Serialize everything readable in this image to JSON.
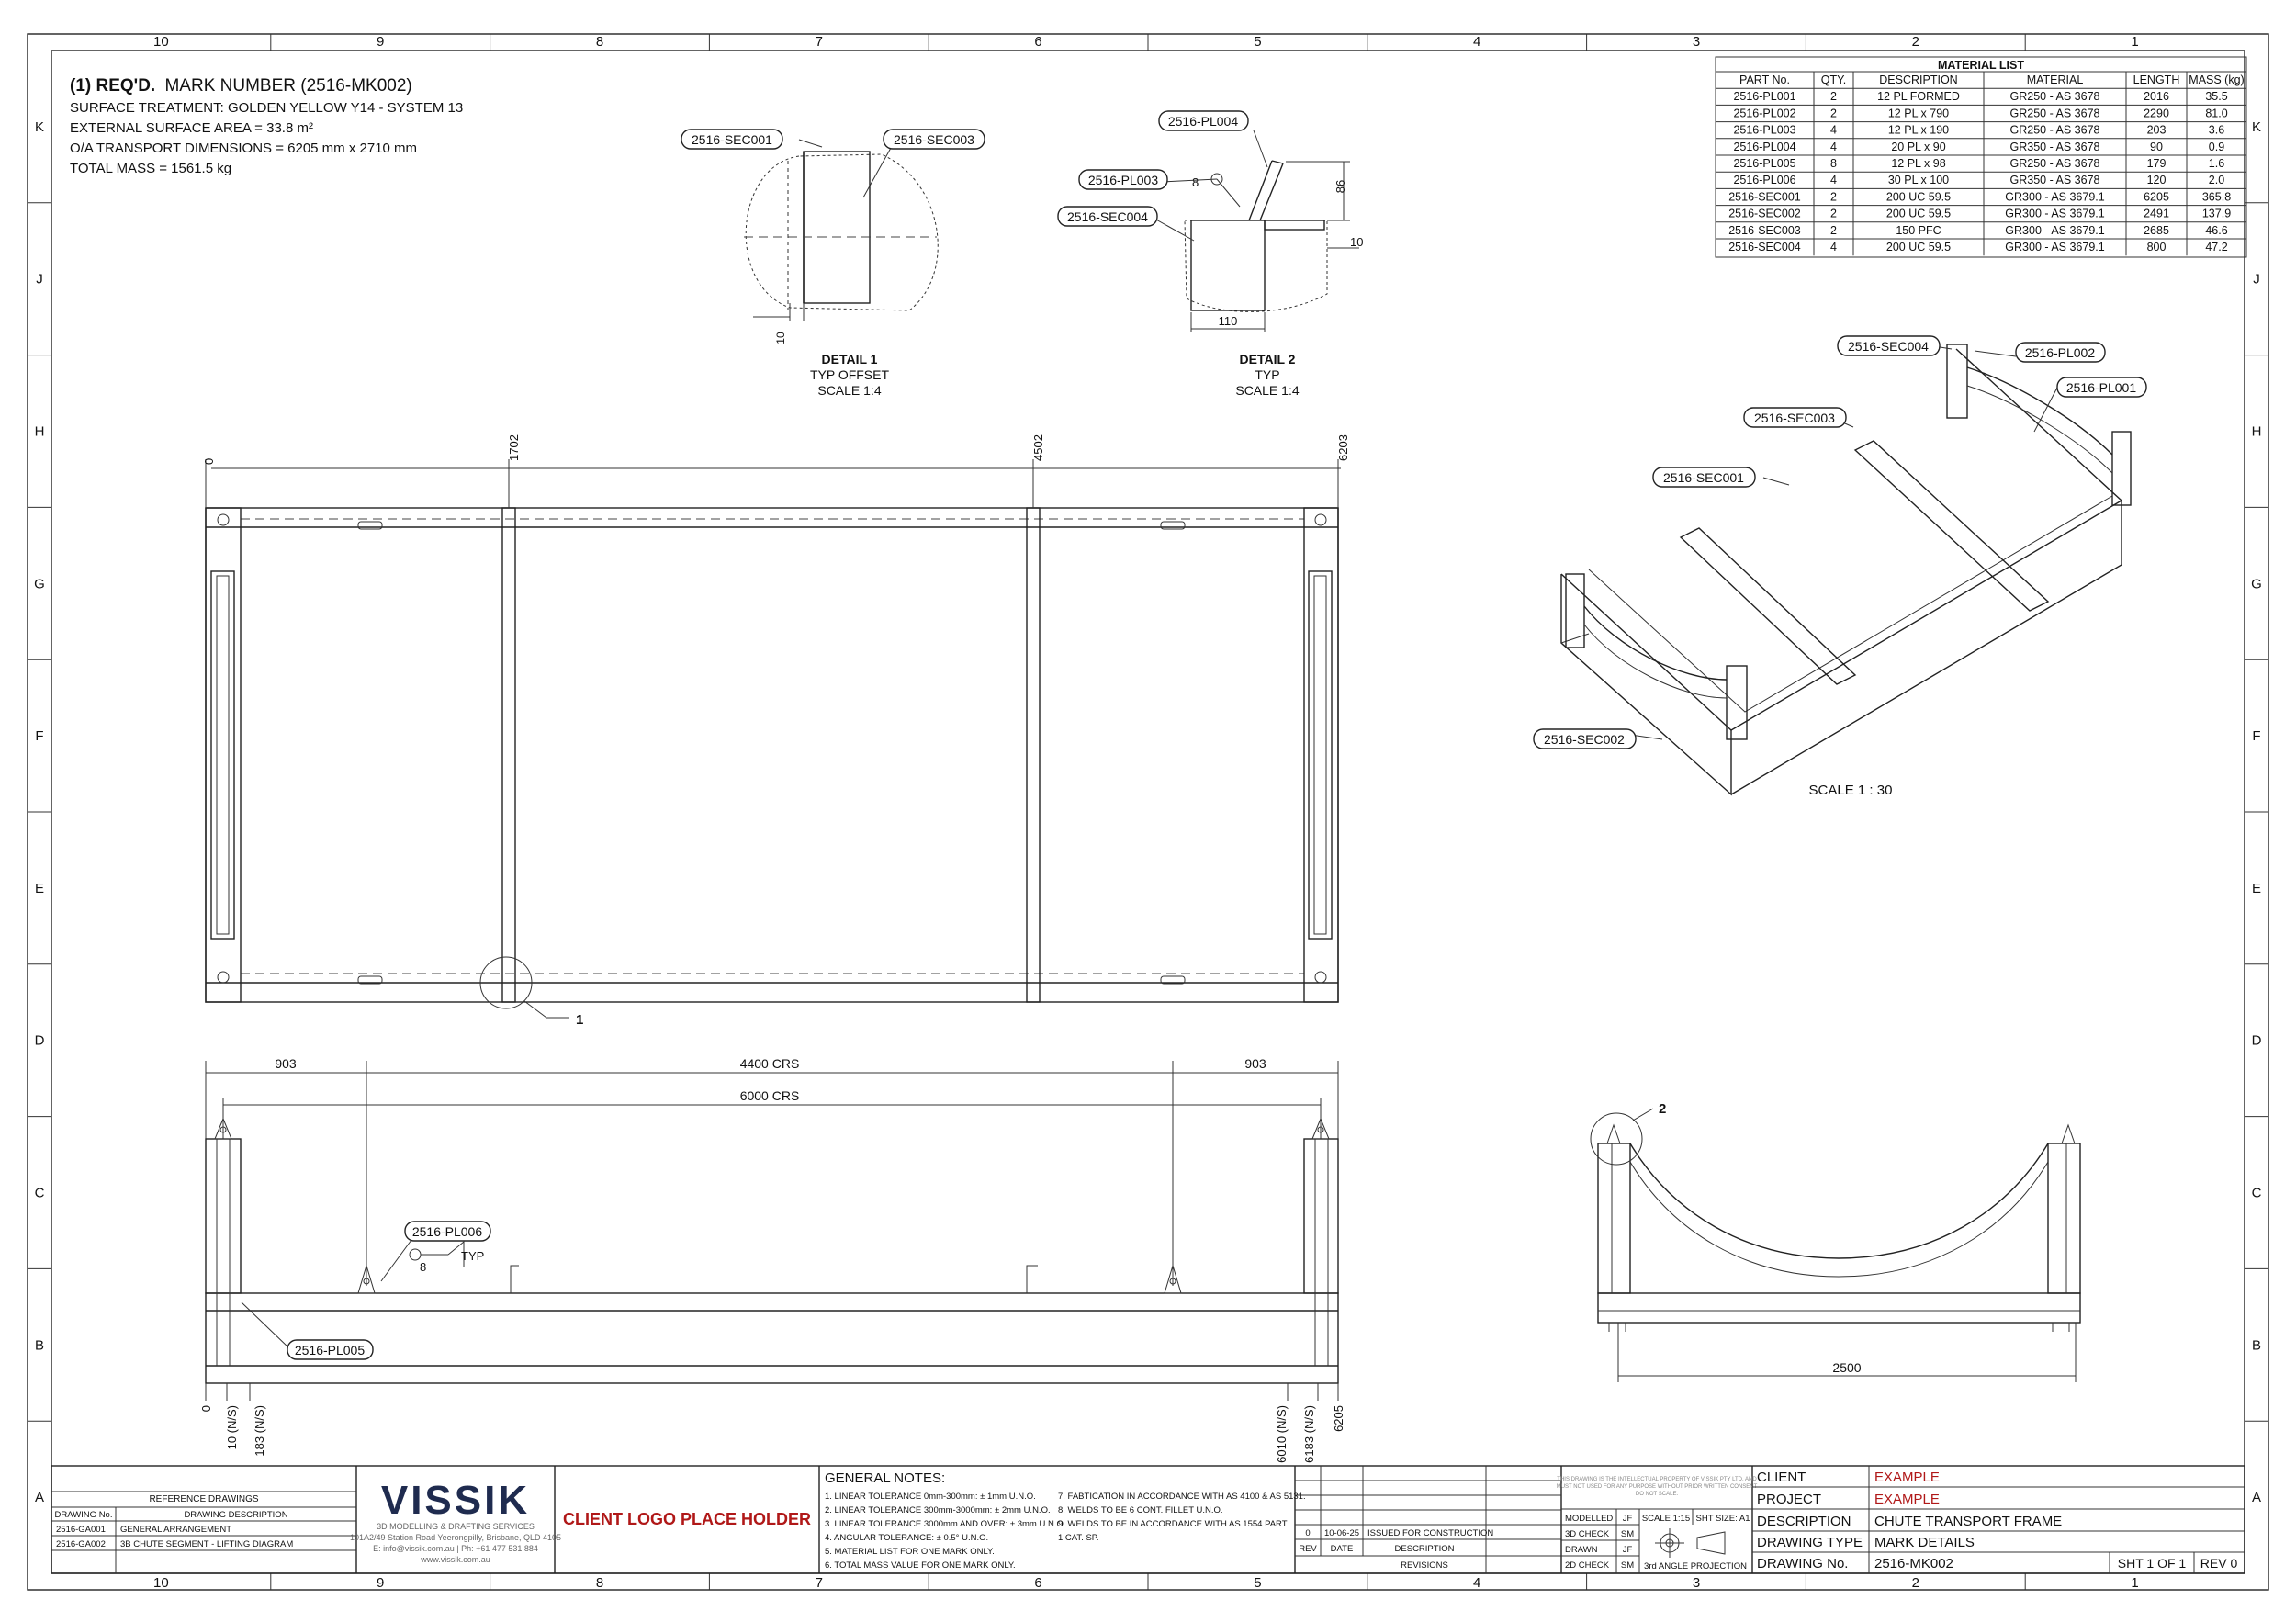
{
  "zones": {
    "columns": [
      "10",
      "9",
      "8",
      "7",
      "6",
      "5",
      "4",
      "3",
      "2",
      "1"
    ],
    "rows": [
      "K",
      "J",
      "H",
      "G",
      "F",
      "E",
      "D",
      "C",
      "B",
      "A"
    ]
  },
  "header_notes": {
    "title_bold": "(1) REQ'D.",
    "title_rest": "MARK NUMBER (2516-MK002)",
    "lines": [
      "SURFACE TREATMENT: GOLDEN YELLOW Y14 - SYSTEM 13",
      "EXTERNAL SURFACE AREA = 33.8 m²",
      "O/A TRANSPORT DIMENSIONS = 6205 mm x 2710 mm",
      "TOTAL MASS = 1561.5 kg"
    ]
  },
  "material_list": {
    "title": "MATERIAL LIST",
    "headers": [
      "PART No.",
      "QTY.",
      "DESCRIPTION",
      "MATERIAL",
      "LENGTH",
      "MASS (kg)"
    ],
    "rows": [
      [
        "2516-PL001",
        "2",
        "12 PL FORMED",
        "GR250 - AS 3678",
        "2016",
        "35.5"
      ],
      [
        "2516-PL002",
        "2",
        "12 PL x 790",
        "GR250 - AS 3678",
        "2290",
        "81.0"
      ],
      [
        "2516-PL003",
        "4",
        "12 PL x 190",
        "GR250 - AS 3678",
        "203",
        "3.6"
      ],
      [
        "2516-PL004",
        "4",
        "20 PL x 90",
        "GR350 - AS 3678",
        "90",
        "0.9"
      ],
      [
        "2516-PL005",
        "8",
        "12 PL x 98",
        "GR250 - AS 3678",
        "179",
        "1.6"
      ],
      [
        "2516-PL006",
        "4",
        "30 PL x 100",
        "GR350 - AS 3678",
        "120",
        "2.0"
      ],
      [
        "2516-SEC001",
        "2",
        "200 UC 59.5",
        "GR300 - AS 3679.1",
        "6205",
        "365.8"
      ],
      [
        "2516-SEC002",
        "2",
        "200 UC 59.5",
        "GR300 - AS 3679.1",
        "2491",
        "137.9"
      ],
      [
        "2516-SEC003",
        "2",
        "150 PFC",
        "GR300 - AS 3679.1",
        "2685",
        "46.6"
      ],
      [
        "2516-SEC004",
        "4",
        "200 UC 59.5",
        "GR300 - AS 3679.1",
        "800",
        "47.2"
      ]
    ]
  },
  "detail1": {
    "callouts": [
      "2516-SEC001",
      "2516-SEC003"
    ],
    "dim": "10",
    "title": "DETAIL 1",
    "sub": "TYP OFFSET",
    "scale": "SCALE 1:4"
  },
  "detail2": {
    "callouts": [
      "2516-PL004",
      "2516-PL003",
      "2516-SEC004"
    ],
    "weld": "8",
    "dim_h": "86",
    "dim_r": "10",
    "dim_b": "110",
    "title": "DETAIL 2",
    "sub": "TYP",
    "scale": "SCALE 1:4"
  },
  "iso": {
    "callouts": [
      "2516-SEC004",
      "2516-PL002",
      "2516-PL001",
      "2516-SEC003",
      "2516-SEC001",
      "2516-SEC002"
    ],
    "scale": "SCALE 1 : 30"
  },
  "plan": {
    "ord_dims": [
      "0",
      "1702",
      "4502",
      "6203"
    ],
    "detail_ref": "1"
  },
  "elevation": {
    "dims_top": [
      "903",
      "4400 CRS",
      "903"
    ],
    "dim_overall": "6000 CRS",
    "callouts": [
      "2516-PL006",
      "2516-PL005"
    ],
    "weld": "8",
    "weld_note": "TYP",
    "ord_left": [
      "0",
      "10 (N/S)",
      "183 (N/S)"
    ],
    "ord_right": [
      "6010 (N/S)",
      "6183 (N/S)",
      "6205"
    ]
  },
  "end_view": {
    "detail_ref": "2",
    "dim": "2500"
  },
  "title_block": {
    "ref_title": "REFERENCE DRAWINGS",
    "ref_headers": [
      "DRAWING No.",
      "DRAWING DESCRIPTION"
    ],
    "ref_rows": [
      [
        "2516-GA001",
        "GENERAL ARRANGEMENT"
      ],
      [
        "2516-GA002",
        "3B CHUTE SEGMENT - LIFTING DIAGRAM"
      ]
    ],
    "company": "VISSIK",
    "company_lines": [
      "3D MODELLING & DRAFTING SERVICES",
      "101A2/49 Station Road Yeerongpilly, Brisbane, QLD 4105",
      "E: info@vissik.com.au | Ph: +61 477 531 884",
      "www.vissik.com.au"
    ],
    "client_logo": "CLIENT LOGO PLACE HOLDER",
    "notes_title": "GENERAL NOTES:",
    "notes_col1": [
      "1. LINEAR TOLERANCE 0mm-300mm: ± 1mm U.N.O.",
      "2. LINEAR TOLERANCE 300mm-3000mm: ± 2mm U.N.O.",
      "3. LINEAR TOLERANCE 3000mm AND OVER: ± 3mm U.N.O.",
      "4. ANGULAR TOLERANCE: ± 0.5° U.N.O.",
      "5. MATERIAL LIST FOR ONE MARK ONLY.",
      "6. TOTAL MASS VALUE FOR ONE MARK ONLY."
    ],
    "notes_col2": [
      "7. FABTICATION IN ACCORDANCE WITH AS 4100 & AS 5131.",
      "8. WELDS TO BE 6 CONT. FILLET U.N.O.",
      "9. WELDS TO BE IN ACCORDANCE WITH AS 1554 PART",
      "   1 CAT. SP."
    ],
    "rev_row": [
      "0",
      "10-06-25",
      "ISSUED FOR CONSTRUCTION"
    ],
    "rev_headers": [
      "REV",
      "DATE",
      "DESCRIPTION"
    ],
    "revisions_label": "REVISIONS",
    "copyright": [
      "THIS DRAWING IS THE INTELLECTUAL PROPERTY OF VISSIK PTY LTD. AND",
      "MUST NOT USED FOR ANY PURPOSE WITHOUT PRIOR WRITTEN CONSENT",
      "DO NOT SCALE."
    ],
    "checks": [
      [
        "MODELLED",
        "JF"
      ],
      [
        "3D CHECK",
        "SM"
      ],
      [
        "DRAWN",
        "JF"
      ],
      [
        "2D CHECK",
        "SM"
      ]
    ],
    "scale": "SCALE 1:15",
    "sheet_size": "SHT SIZE: A1",
    "projection": "3rd ANGLE PROJECTION",
    "fields": [
      [
        "CLIENT",
        "EXAMPLE"
      ],
      [
        "PROJECT",
        "EXAMPLE"
      ],
      [
        "DESCRIPTION",
        "CHUTE TRANSPORT FRAME"
      ],
      [
        "DRAWING TYPE",
        "MARK DETAILS"
      ],
      [
        "DRAWING No.",
        "2516-MK002"
      ]
    ],
    "sheet": "SHT 1 OF 1",
    "rev": "REV 0",
    "accent": "#b01818"
  }
}
